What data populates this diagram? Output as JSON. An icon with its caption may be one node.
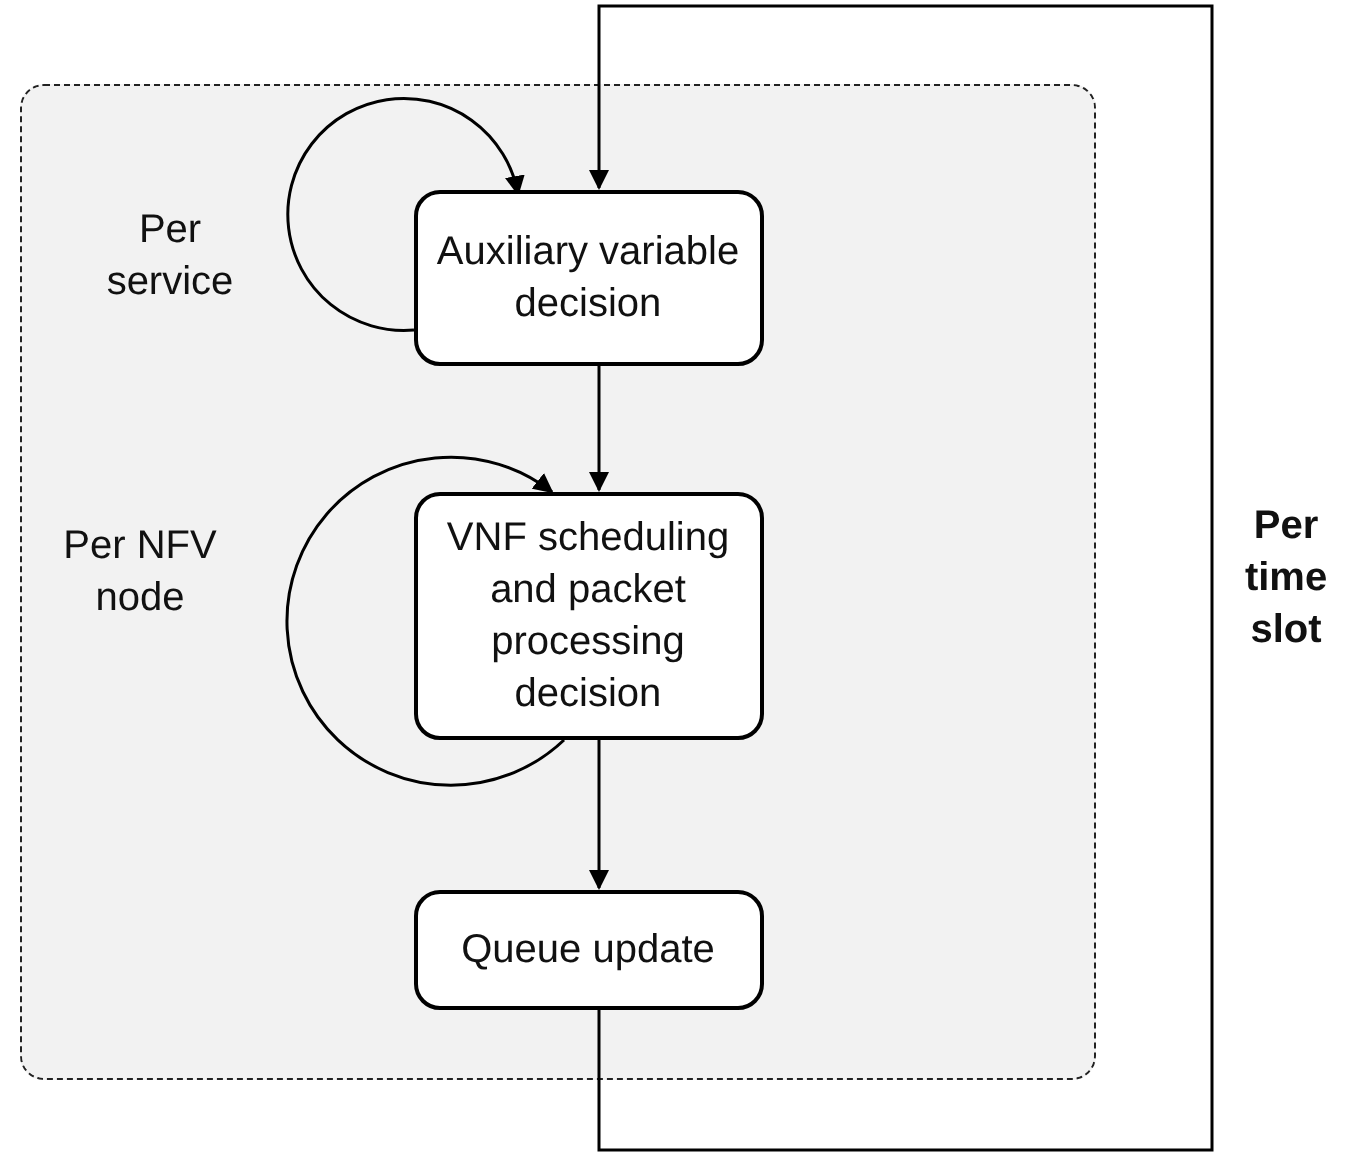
{
  "diagram": {
    "nodes": [
      {
        "text": [],
        "shape": "box"
      },
      {
        "text": [
          "Auxiliary variable decision"
        ],
        "in": 0
      },
      {
        "text": [
          "VNF scheduling and packet processing decision"
        ],
        "in": 0
      },
      {
        "text": [
          "Queue update"
        ],
        "in": 0
      }
    ],
    "edges": [
      {
        "from": 1,
        "to": 2,
        "arrow": "to"
      },
      {
        "from": 2,
        "to": 3,
        "arrow": "to"
      },
      {
        "from": 3,
        "to": 1,
        "arrow": "to",
        "label": "Per time slot"
      },
      {
        "from": 1,
        "to": 1,
        "arrow": "to",
        "label": "Per service"
      },
      {
        "from": 2,
        "to": 2,
        "arrow": "to",
        "label": "Per NFV node"
      }
    ]
  }
}
